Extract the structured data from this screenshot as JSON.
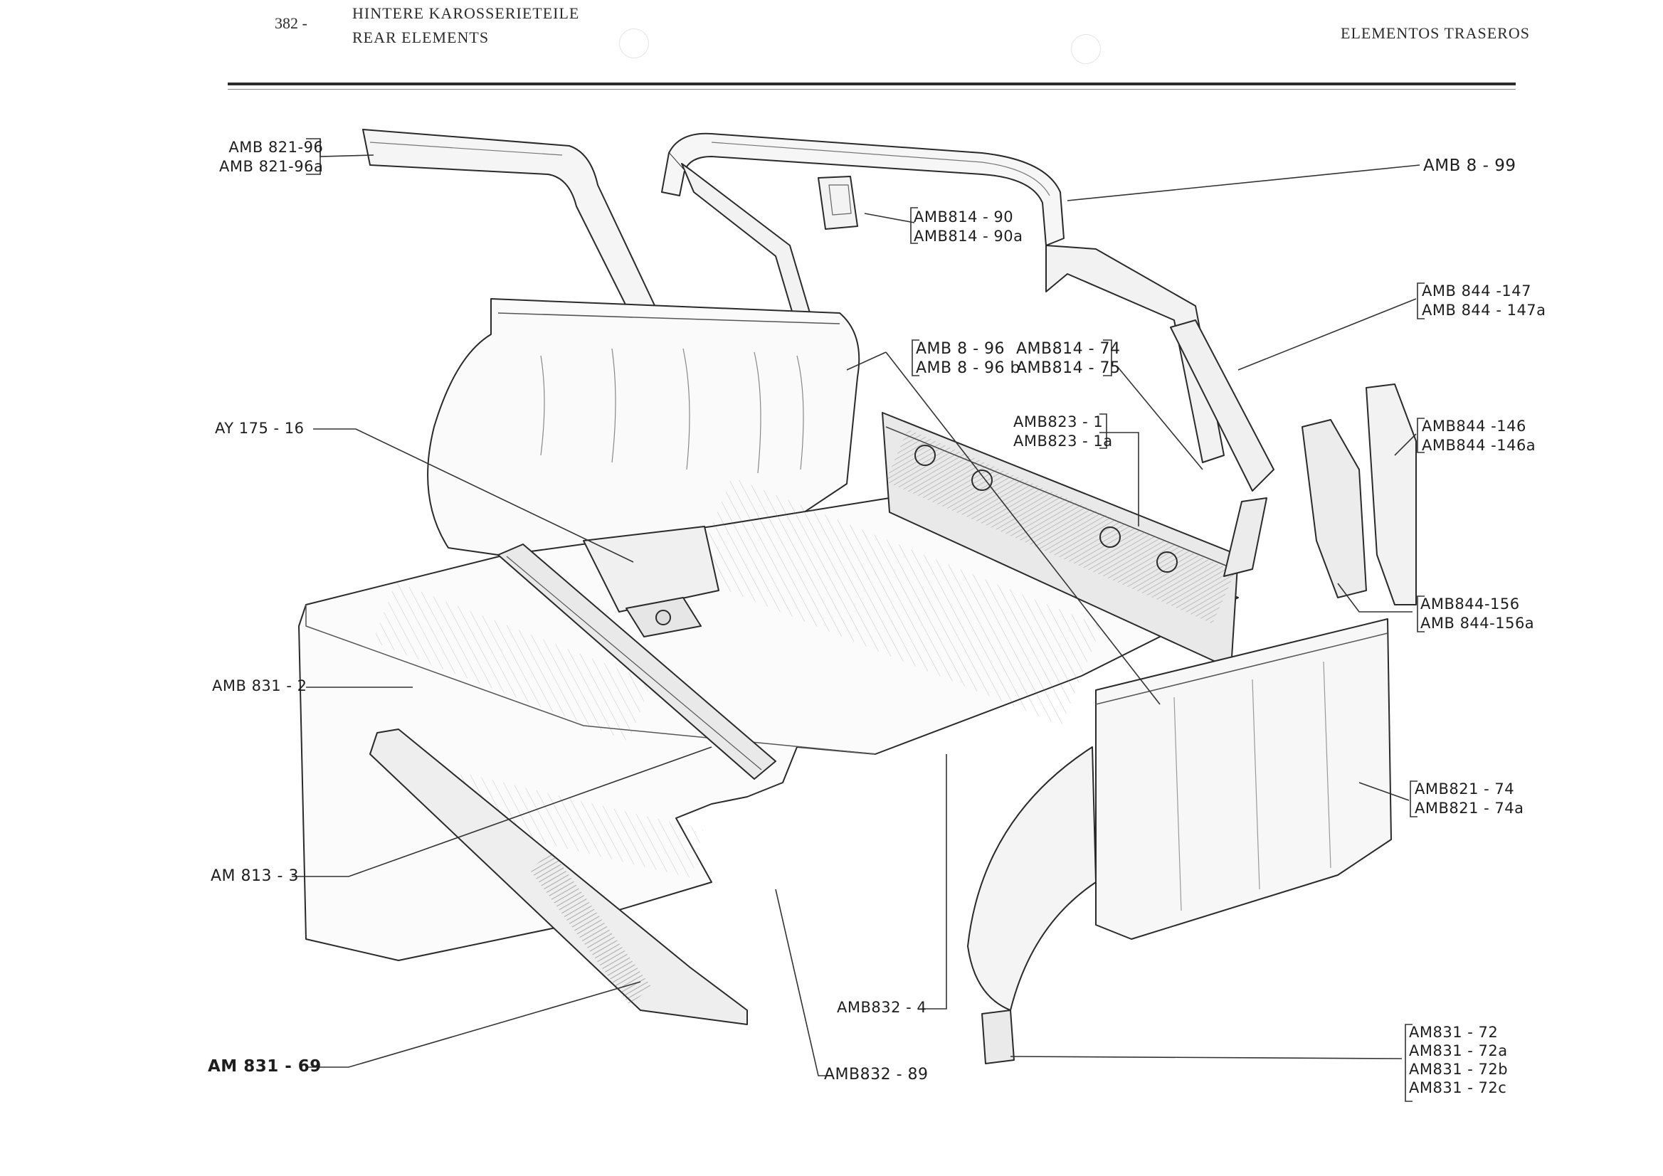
{
  "header": {
    "page_number": "382 -",
    "title_de": "HINTERE KAROSSERIETEILE",
    "title_en": "REAR ELEMENTS",
    "title_es": "ELEMENTOS TRASEROS"
  },
  "labels": {
    "amb821_96": {
      "l1": "AMB 821-96",
      "l2": "AMB 821-96a"
    },
    "amb8_99": "AMB 8 - 99",
    "amb814_90": {
      "l1": "AMB814 - 90",
      "l2": "AMB814 - 90a"
    },
    "amb844_147": {
      "l1": "AMB 844 -147",
      "l2": "AMB 844 - 147a"
    },
    "amb8_96": {
      "l1": "AMB 8 - 96",
      "l2": "AMB 8 - 96 b"
    },
    "amb814_74": {
      "l1": "AMB814 - 74",
      "l2": "AMB814 - 75"
    },
    "amb823_1": {
      "l1": "AMB823 - 1",
      "l2": "AMB823 - 1a"
    },
    "amb844_146": {
      "l1": "AMB844 -146",
      "l2": "AMB844 -146a"
    },
    "ay175_16": "AY  175 - 16",
    "amb844_156": {
      "l1": "AMB844-156",
      "l2": "AMB 844-156a"
    },
    "amb831_2": "AMB 831 - 2",
    "amb821_74": {
      "l1": "AMB821 - 74",
      "l2": "AMB821 - 74a"
    },
    "am813_3": "AM  813 - 3",
    "amb832_4": "AMB832 - 4",
    "amb831_72": {
      "l1": "AM831  -  72",
      "l2": "AM831  -  72a",
      "l3": "AM831  -  72b",
      "l4": "AM831  -  72c"
    },
    "am831_69": "AM  831 - 69",
    "amb832_89": "AMB832 - 89"
  }
}
